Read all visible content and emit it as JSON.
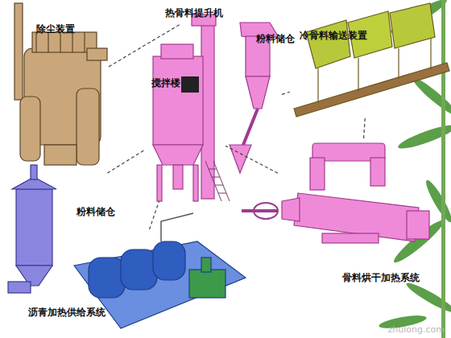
{
  "diagram": {
    "nodes": [
      {
        "text": [
          "除尘装置"
        ]
      },
      {
        "text": [
          "热骨料提升机"
        ]
      },
      {
        "text": [
          "搅拌楼"
        ]
      },
      {
        "text": [
          "粉料储仓"
        ]
      },
      {
        "text": [
          "冷骨料输送装置"
        ]
      },
      {
        "text": [
          "粉料储仓"
        ]
      },
      {
        "text": [
          "骨料烘干加热系统"
        ]
      },
      {
        "text": [
          "沥青加热供给系统"
        ]
      }
    ],
    "edges": [
      {
        "from": 0,
        "to": 1,
        "arrow": "none"
      },
      {
        "from": 3,
        "to": 4,
        "arrow": "none"
      },
      {
        "from": 4,
        "to": 6,
        "arrow": "none"
      },
      {
        "from": 6,
        "to": 2,
        "arrow": "none"
      },
      {
        "from": 5,
        "to": 2,
        "arrow": "none"
      },
      {
        "from": 7,
        "to": 2,
        "arrow": "none"
      }
    ],
    "labels": [
      "zhulong.com"
    ]
  }
}
